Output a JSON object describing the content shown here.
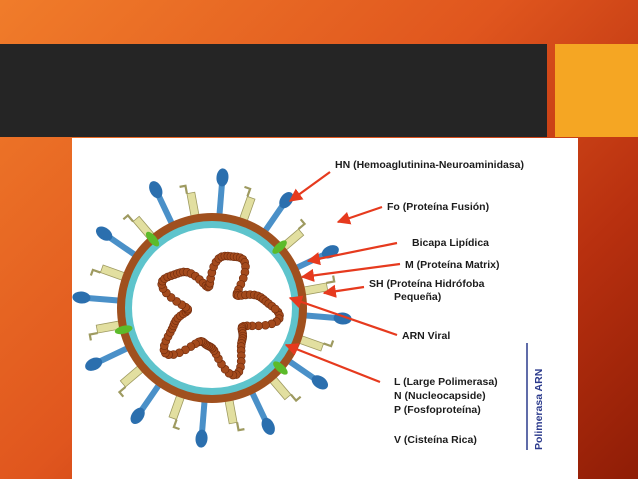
{
  "slide": {
    "title": "",
    "colors": {
      "background_start": "#f07c2a",
      "background_end": "#8f1d06",
      "title_bar": "#252525",
      "accent": "#f5a623"
    }
  },
  "diagram": {
    "labels": {
      "hn": "HN (Hemoaglutinina-Neuroaminidasa)",
      "fo": "Fo (Proteína Fusión)",
      "bicapa": "Bicapa Lipídica",
      "m": "M (Proteína Matrix)",
      "sh_line1": "SH (Proteína Hidrófoba",
      "sh_line2": "Pequeña)",
      "arn": "ARN Viral",
      "l": "L (Large Polimerasa)",
      "n": "N (Nucleocapside)",
      "p": "P (Fosfoproteína)",
      "v": "V (Cisteína Rica)",
      "polimerasa": "Polimerasa ARN"
    },
    "colors": {
      "lipid_bilayer": "#a0501e",
      "matrix": "#5ec4cc",
      "hn_stalk": "#4a90c8",
      "hn_head": "#2b6fae",
      "fusion_protein": "#e2dfa0",
      "sh_protein": "#5cbb2a",
      "rna": "#a44a1c",
      "arrows": "#e63a1e",
      "polimerasa_label": "#2b3a8c"
    }
  }
}
